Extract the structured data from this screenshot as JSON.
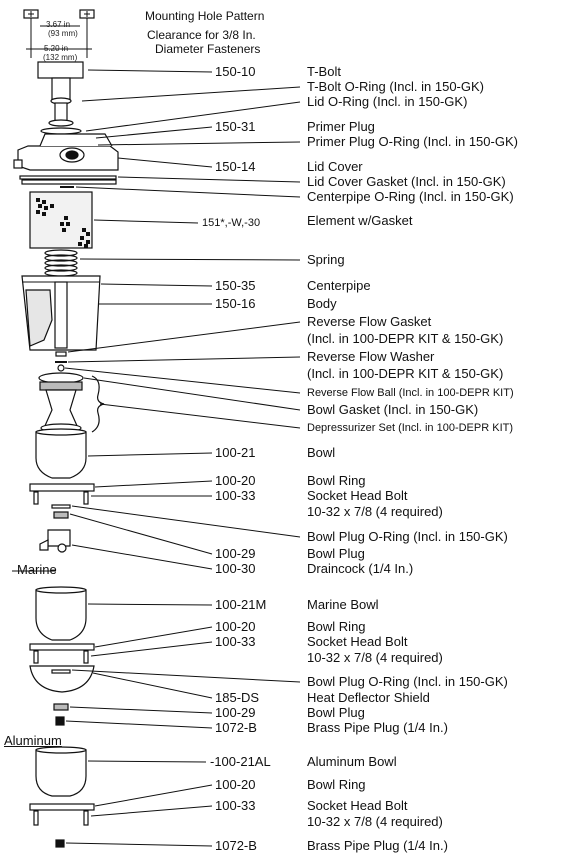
{
  "header": {
    "line1": "Mounting Hole Pattern",
    "line2": "Clearance for 3/8 In.",
    "line3": "Diameter Fasteners",
    "dim1": "3.67 in",
    "dim1b": "(93 mm)",
    "dim2": "5.20 in",
    "dim2b": "(132 mm)"
  },
  "sections": {
    "marine": "Marine",
    "aluminum": "Aluminum"
  },
  "callouts": [
    {
      "part": "150-10",
      "desc": "T-Bolt"
    },
    {
      "part": "",
      "desc": "T-Bolt O-Ring (Incl. in 150-GK)"
    },
    {
      "part": "",
      "desc": "Lid O-Ring (Incl. in 150-GK)"
    },
    {
      "part": "150-31",
      "desc": "Primer Plug"
    },
    {
      "part": "",
      "desc": "Primer Plug O-Ring (Incl. in 150-GK)"
    },
    {
      "part": "150-14",
      "desc": "Lid Cover"
    },
    {
      "part": "",
      "desc": "Lid Cover Gasket (Incl. in 150-GK)"
    },
    {
      "part": "",
      "desc": "Centerpipe O-Ring (Incl. in 150-GK)"
    },
    {
      "part": "151*,-W,-30",
      "desc": "Element w/Gasket"
    },
    {
      "part": "",
      "desc": "Spring"
    },
    {
      "part": "150-35",
      "desc": "Centerpipe"
    },
    {
      "part": "150-16",
      "desc": "Body"
    },
    {
      "part": "",
      "desc": "Reverse Flow Gasket"
    },
    {
      "part": "",
      "desc": "(Incl. in 100-DEPR KIT & 150-GK)"
    },
    {
      "part": "",
      "desc": "Reverse Flow Washer"
    },
    {
      "part": "",
      "desc": "(Incl. in 100-DEPR KIT & 150-GK)"
    },
    {
      "part": "",
      "desc": "Reverse Flow Ball (Incl. in 100-DEPR KIT)"
    },
    {
      "part": "",
      "desc": "Bowl Gasket (Incl. in 150-GK)"
    },
    {
      "part": "",
      "desc": "Depressurizer Set (Incl. in 100-DEPR KIT)"
    },
    {
      "part": "100-21",
      "desc": "Bowl"
    },
    {
      "part": "100-20",
      "desc": "Bowl Ring"
    },
    {
      "part": "100-33",
      "desc": "Socket Head Bolt"
    },
    {
      "part": "",
      "desc": "10-32 x 7/8 (4 required)"
    },
    {
      "part": "",
      "desc": "Bowl Plug O-Ring (Incl. in 150-GK)"
    },
    {
      "part": "100-29",
      "desc": "Bowl Plug"
    },
    {
      "part": "100-30",
      "desc": "Draincock (1/4 In.)"
    },
    {
      "part": "100-21M",
      "desc": "Marine Bowl"
    },
    {
      "part": "100-20",
      "desc": "Bowl Ring"
    },
    {
      "part": "100-33",
      "desc": "Socket Head Bolt"
    },
    {
      "part": "",
      "desc": "10-32 x 7/8 (4 required)"
    },
    {
      "part": "",
      "desc": "Bowl Plug O-Ring (Incl. in 150-GK)"
    },
    {
      "part": "185-DS",
      "desc": "Heat Deflector Shield"
    },
    {
      "part": "100-29",
      "desc": "Bowl Plug"
    },
    {
      "part": "1072-B",
      "desc": "Brass Pipe Plug (1/4 In.)"
    },
    {
      "part": "-100-21AL",
      "desc": "Aluminum Bowl"
    },
    {
      "part": "100-20",
      "desc": "Bowl Ring"
    },
    {
      "part": "100-33",
      "desc": "Socket Head Bolt"
    },
    {
      "part": "",
      "desc": "10-32 x 7/8 (4 required)"
    },
    {
      "part": "1072-B",
      "desc": "Brass Pipe Plug (1/4 In.)"
    }
  ]
}
